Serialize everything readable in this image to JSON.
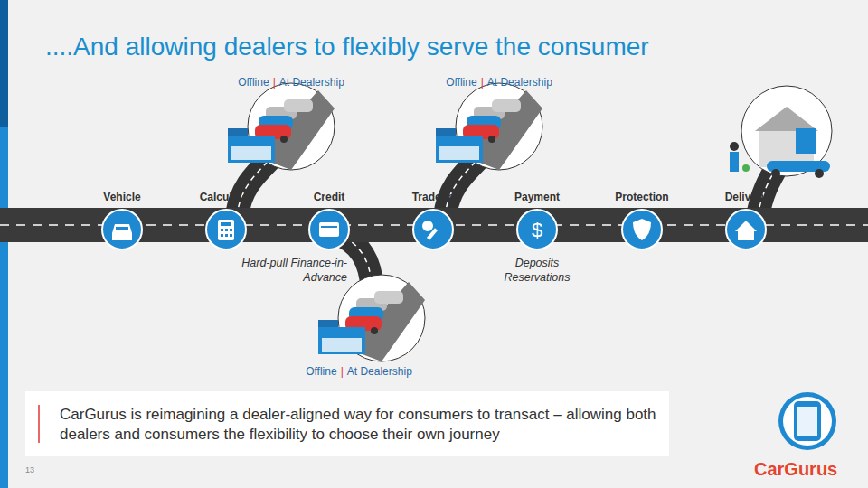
{
  "diagram": {
    "title": "....And allowing dealers to flexibly serve the consumer",
    "caption": "CarGurus is reimagining a dealer-aligned way for consumers to transact – allowing both dealers and consumers the flexibility to choose their own journey",
    "nodes": [
      {
        "text": [
          "Vehicle"
        ]
      },
      {
        "text": [
          "Calculator"
        ]
      },
      {
        "text": [
          "Credit"
        ]
      },
      {
        "text": [
          "Trade-in"
        ]
      },
      {
        "text": [
          "Payment"
        ]
      },
      {
        "text": [
          "Protection"
        ]
      },
      {
        "text": [
          "Delivery"
        ]
      }
    ],
    "labels": [
      "Offline",
      "|",
      "At Dealership",
      "Offline",
      "|",
      "At Dealership",
      "Offline",
      "|",
      "At Dealership",
      "Hard-pull Finance-in-Advance",
      "Deposits Reservations",
      "13",
      "CarGurus"
    ]
  }
}
